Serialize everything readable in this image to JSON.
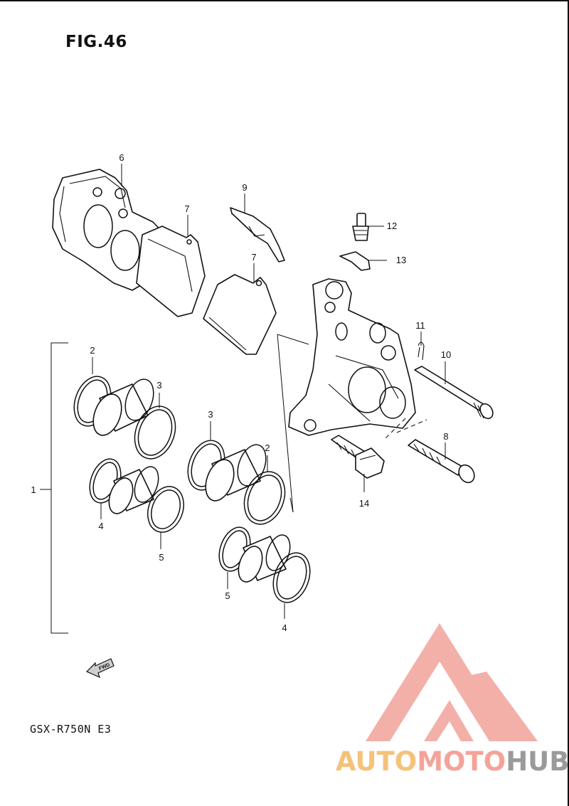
{
  "figure": {
    "title": "FIG.46",
    "model": "GSX-R750N  E3"
  },
  "direction_badge": {
    "label": "FWD"
  },
  "callouts": {
    "c1": "1",
    "c2a": "2",
    "c2b": "2",
    "c3a": "3",
    "c3b": "3",
    "c4a": "4",
    "c4b": "4",
    "c5a": "5",
    "c5b": "5",
    "c6": "6",
    "c7a": "7",
    "c7b": "7",
    "c8": "8",
    "c9": "9",
    "c10": "10",
    "c11": "11",
    "c12": "12",
    "c13": "13",
    "c14": "14"
  },
  "watermark": {
    "part1": "AUTO",
    "part2": "MOTO",
    "part3": "HUB",
    "color1": "#f5c27a",
    "color2": "#f4a39a",
    "color3": "#9a9a9a"
  }
}
